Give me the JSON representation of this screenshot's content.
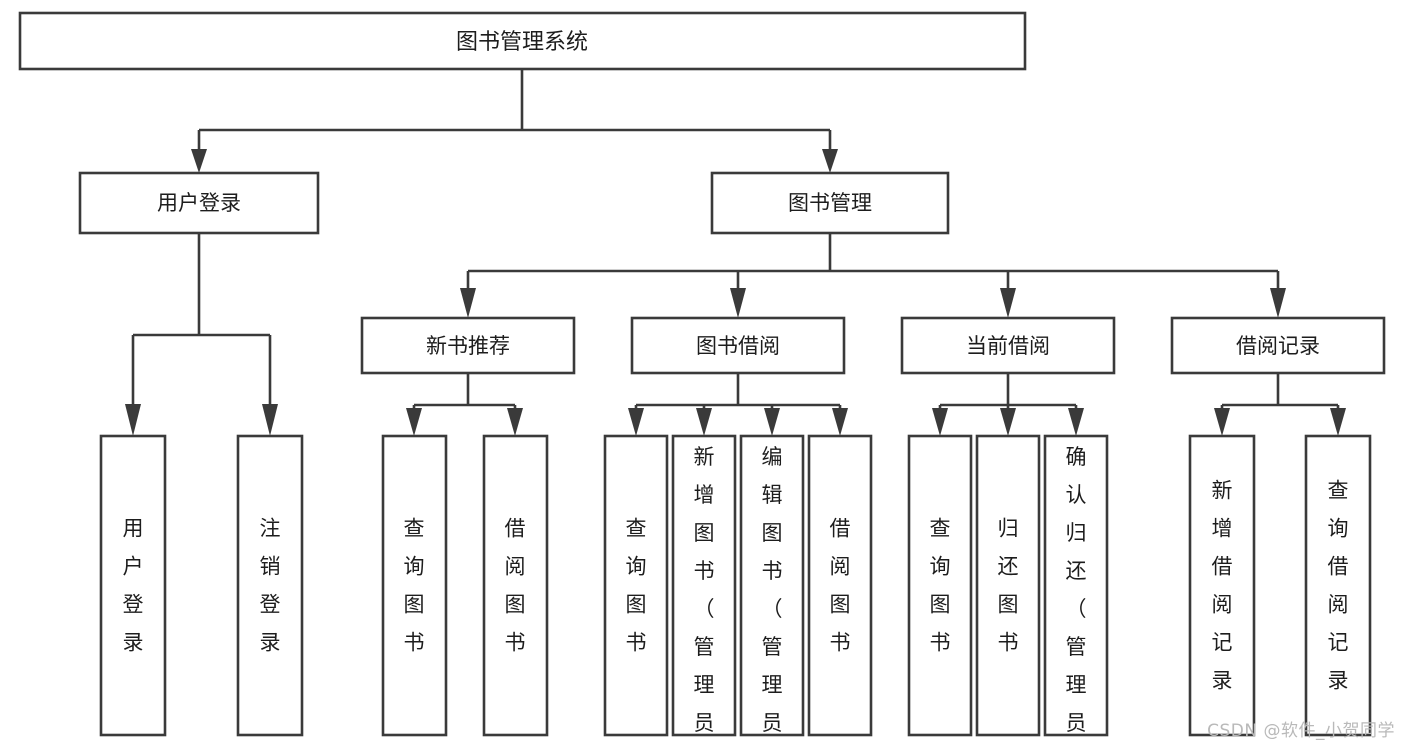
{
  "diagram": {
    "title": "图书管理系统",
    "type": "tree",
    "orientation": "top-down",
    "root": {
      "id": "root",
      "label": "图书管理系统",
      "text_direction": "horizontal"
    },
    "level1": [
      {
        "id": "user-login",
        "label": "用户登录",
        "text_direction": "horizontal"
      },
      {
        "id": "book-manage",
        "label": "图书管理",
        "text_direction": "horizontal"
      }
    ],
    "level2": [
      {
        "id": "new-book-recommend",
        "label": "新书推荐",
        "parent": "book-manage",
        "text_direction": "horizontal"
      },
      {
        "id": "book-borrow",
        "label": "图书借阅",
        "parent": "book-manage",
        "text_direction": "horizontal"
      },
      {
        "id": "current-borrow",
        "label": "当前借阅",
        "parent": "book-manage",
        "text_direction": "horizontal"
      },
      {
        "id": "borrow-record",
        "label": "借阅记录",
        "parent": "book-manage",
        "text_direction": "horizontal"
      }
    ],
    "leaves": [
      {
        "id": "leaf-user-login",
        "label": "用户登录",
        "parent": "user-login",
        "text_direction": "vertical"
      },
      {
        "id": "leaf-user-logout",
        "label": "注销登录",
        "parent": "user-login",
        "text_direction": "vertical"
      },
      {
        "id": "leaf-rec-query-book",
        "label": "查询图书",
        "parent": "new-book-recommend",
        "text_direction": "vertical"
      },
      {
        "id": "leaf-rec-borrow-book",
        "label": "借阅图书",
        "parent": "new-book-recommend",
        "text_direction": "vertical"
      },
      {
        "id": "leaf-borrow-query-book",
        "label": "查询图书",
        "parent": "book-borrow",
        "text_direction": "vertical"
      },
      {
        "id": "leaf-borrow-add-book",
        "label": "新增图书（管理员）",
        "parent": "book-borrow",
        "text_direction": "vertical"
      },
      {
        "id": "leaf-borrow-edit-book",
        "label": "编辑图书（管理员）",
        "parent": "book-borrow",
        "text_direction": "vertical"
      },
      {
        "id": "leaf-borrow-borrow-book",
        "label": "借阅图书",
        "parent": "book-borrow",
        "text_direction": "vertical"
      },
      {
        "id": "leaf-cur-query-book",
        "label": "查询图书",
        "parent": "current-borrow",
        "text_direction": "vertical"
      },
      {
        "id": "leaf-cur-return-book",
        "label": "归还图书",
        "parent": "current-borrow",
        "text_direction": "vertical"
      },
      {
        "id": "leaf-cur-confirm-return",
        "label": "确认归还（管理员）",
        "parent": "current-borrow",
        "text_direction": "vertical"
      },
      {
        "id": "leaf-rec-add-record",
        "label": "新增借阅记录",
        "parent": "borrow-record",
        "text_direction": "vertical"
      },
      {
        "id": "leaf-rec-query-record",
        "label": "查询借阅记录",
        "parent": "borrow-record",
        "text_direction": "vertical"
      }
    ],
    "colors": {
      "box_fill": "#ffffff",
      "box_stroke": "#3a3a3a",
      "text": "#1d1d1d",
      "background": "#ffffff",
      "watermark": "#b9b9b9"
    }
  },
  "watermark": {
    "text": "CSDN @软件_小贺同学"
  }
}
